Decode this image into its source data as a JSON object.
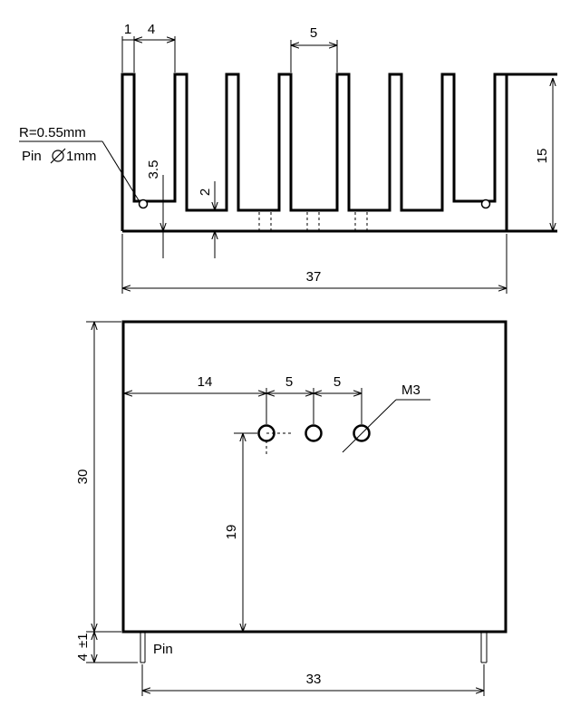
{
  "profile_view": {
    "dim_fin_thickness": "1",
    "dim_fin_gap": "4",
    "dim_center_gap": "5",
    "dim_height": "15",
    "dim_slot_depth": "3.5",
    "dim_base": "2",
    "dim_width": "37",
    "note_radius": "R=0.55mm",
    "note_pin": "Pin",
    "note_pin_size": "1mm"
  },
  "front_view": {
    "dim_hole_offset": "14",
    "dim_hole_pitch_1": "5",
    "dim_hole_pitch_2": "5",
    "dim_hole_height": "19",
    "dim_height": "30",
    "dim_pin_length": "4",
    "dim_pin_tolerance": "±1",
    "dim_pin_spacing": "33",
    "label_thread": "M3",
    "label_pin": "Pin"
  }
}
